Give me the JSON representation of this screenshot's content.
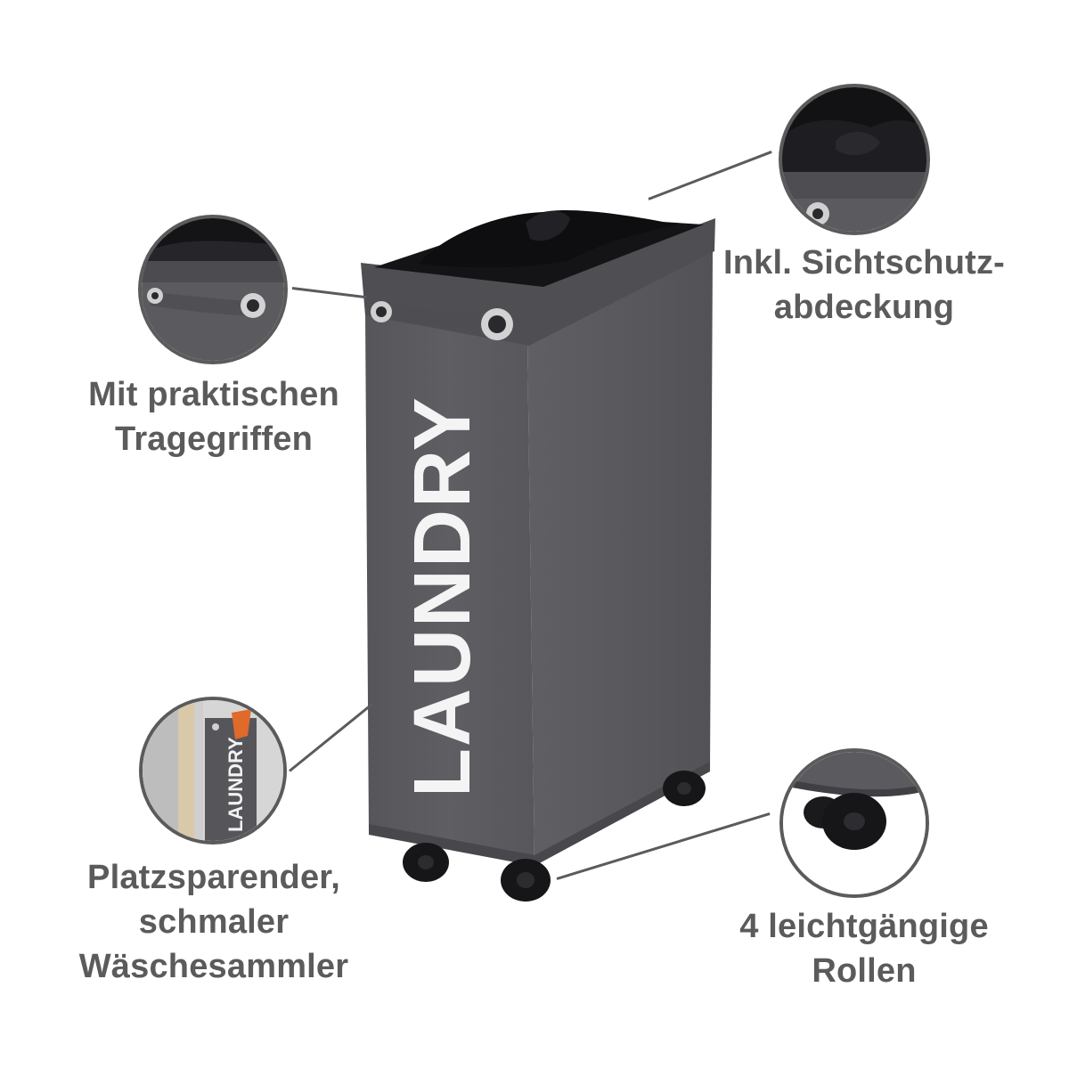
{
  "product": {
    "print": "LAUNDRY",
    "colors": {
      "body": "#5a5a5f",
      "body_dark": "#4a4a4f",
      "body_shadow": "#3f3f44",
      "inner_liner": "#141416",
      "print": "#f4f4f4",
      "caster": "#161618",
      "leader": "#5b5b5b",
      "caption": "#5b5b5b"
    }
  },
  "callouts": {
    "handles": {
      "lines": [
        "Mit praktischen",
        "Tragegriffen"
      ]
    },
    "cover": {
      "lines": [
        "Inkl. Sichtschutz-",
        "abdeckung"
      ]
    },
    "slim": {
      "lines": [
        "Platzsparender,",
        "schmaler",
        "Wäschesammler"
      ],
      "inset_print": "LAUNDRY"
    },
    "wheels": {
      "lines": [
        "4 leichtgängige",
        "Rollen"
      ]
    }
  }
}
